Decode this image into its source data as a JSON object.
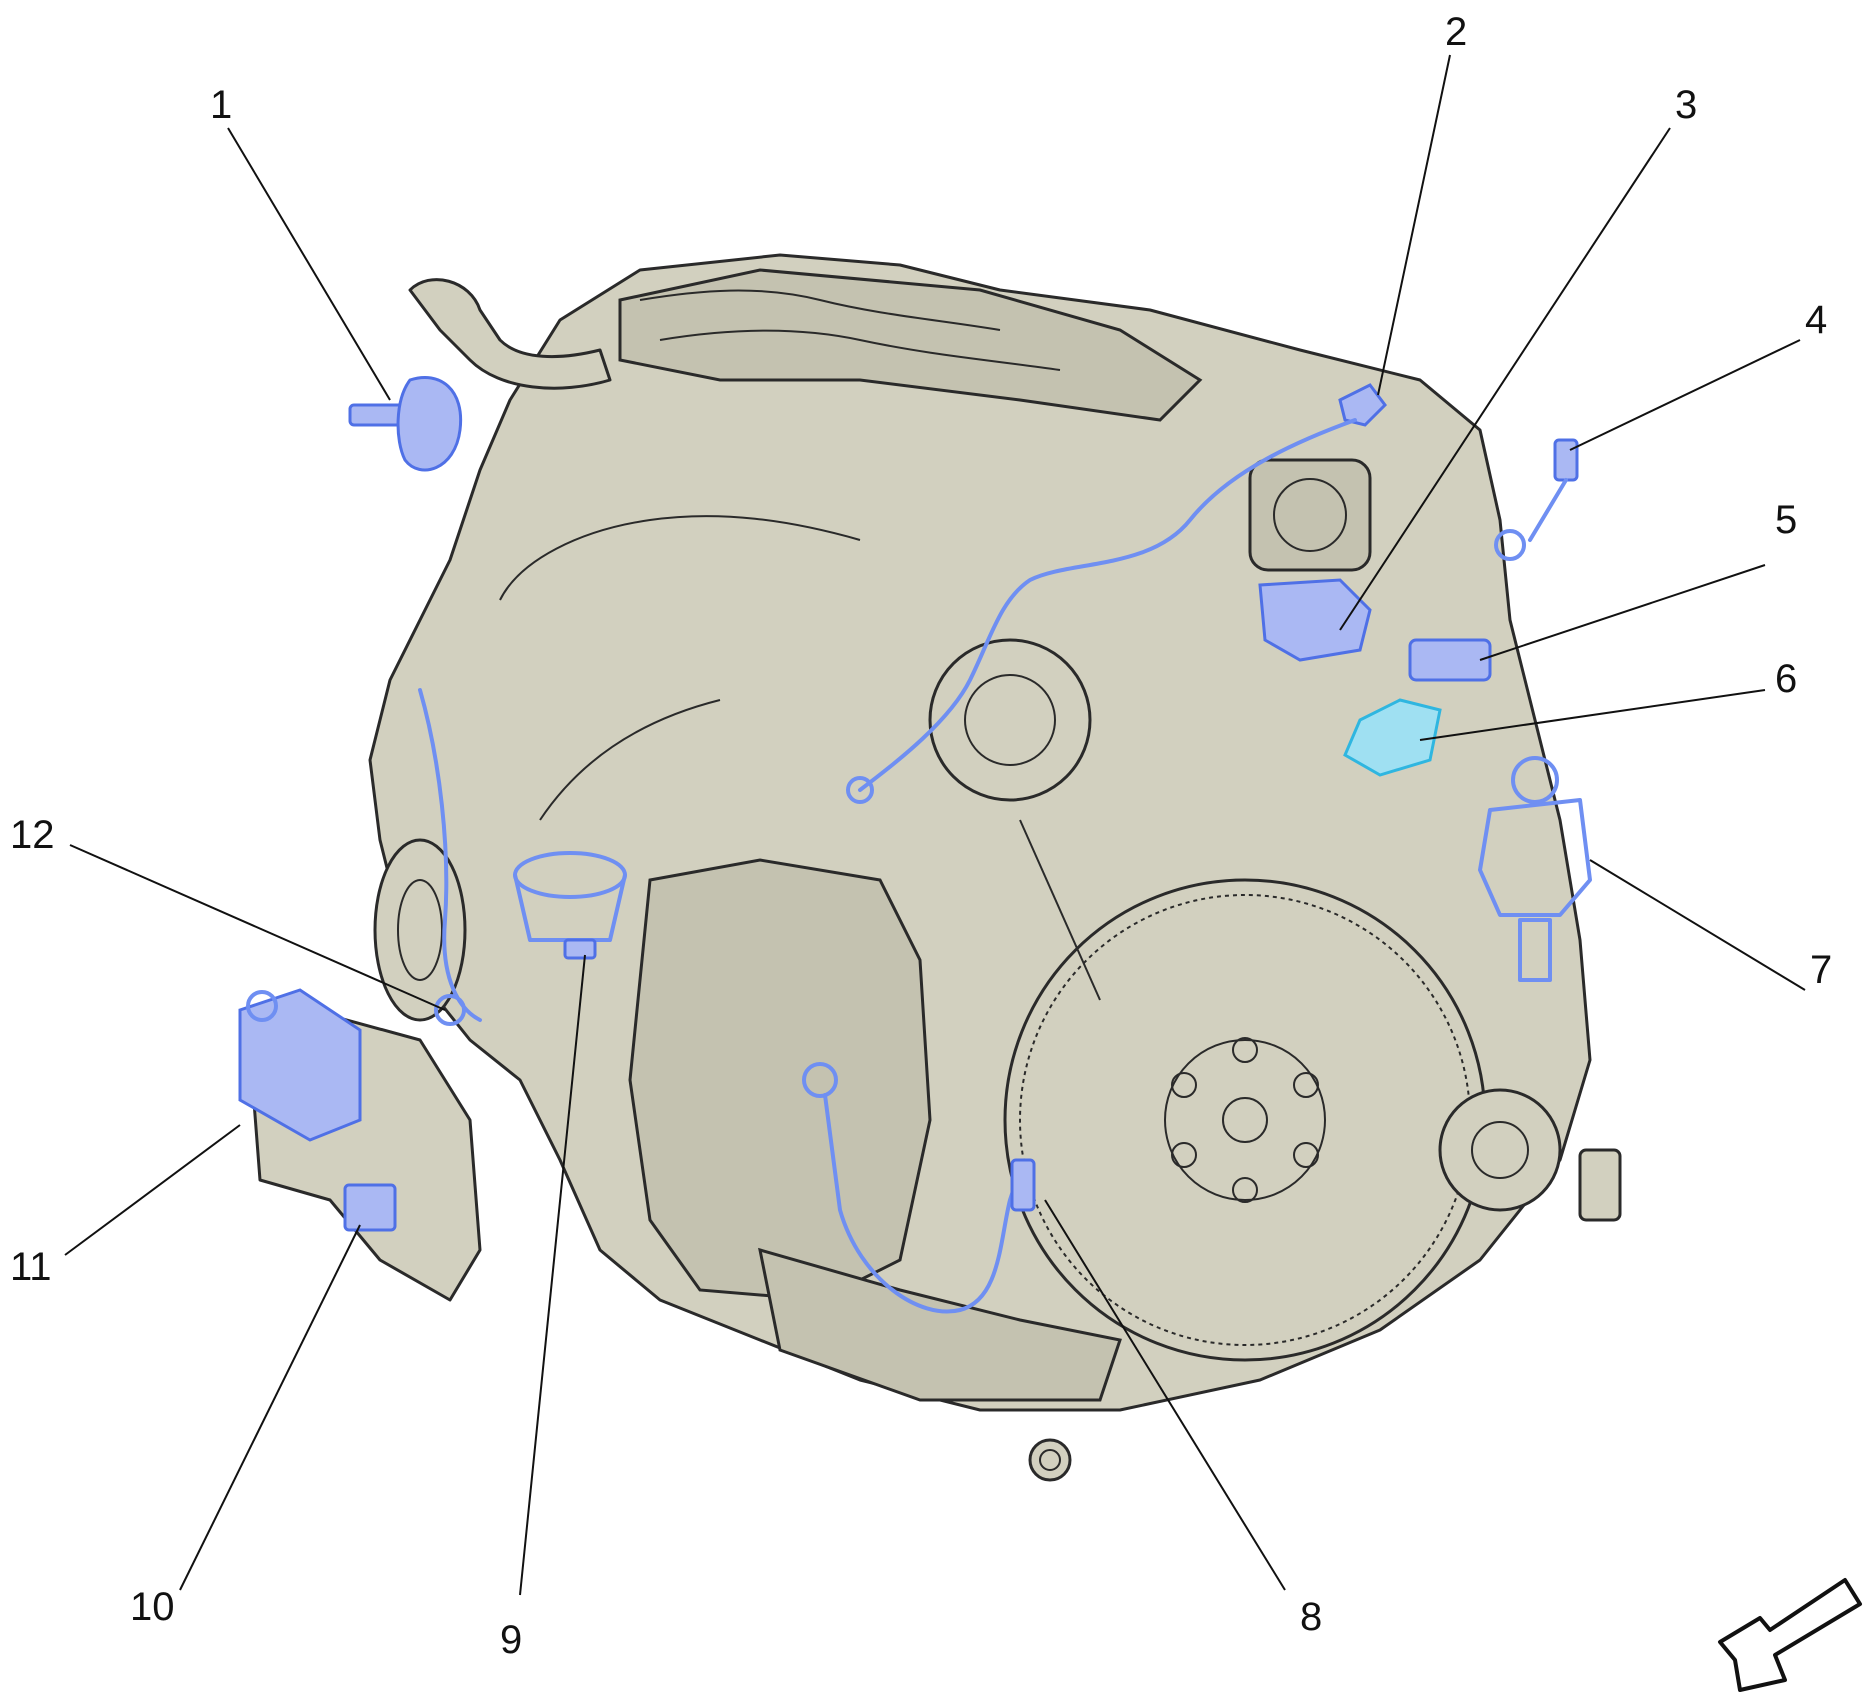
{
  "figure": {
    "callouts": [
      "1",
      "2",
      "3",
      "4",
      "5",
      "6",
      "7",
      "8",
      "9",
      "10",
      "11",
      "12"
    ]
  },
  "colors": {
    "engine_fill": "#d2d0bf",
    "outline": "#2a2a2a",
    "highlight_blue": "#6f8ff2",
    "highlight_cyan": "#2fb6e0"
  },
  "icons": {
    "orientation_arrow": "arrow-down-left-icon"
  }
}
